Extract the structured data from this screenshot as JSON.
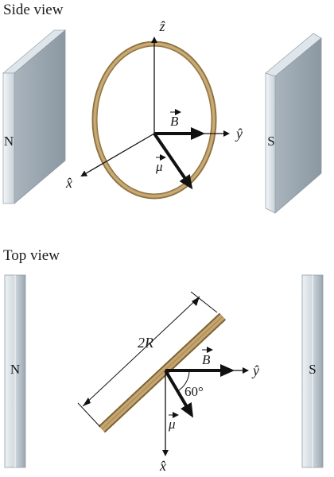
{
  "side_view": {
    "title": "Side view",
    "north_label": "N",
    "south_label": "S",
    "z_axis": "ẑ",
    "y_axis": "ŷ",
    "x_axis": "x̂",
    "b_field": "B",
    "moment": "μ"
  },
  "top_view": {
    "title": "Top view",
    "north_label": "N",
    "south_label": "S",
    "y_axis": "ŷ",
    "x_axis": "x̂",
    "b_field": "B",
    "moment": "μ",
    "angle": "60°",
    "diameter": "2R"
  },
  "colors": {
    "magnet_light": "#e9eef2",
    "magnet_mid": "#b8c2ca",
    "magnet_dark": "#8e9aa4",
    "coil": "#b4955f",
    "coil_dark": "#7e6233",
    "arrow": "#111111"
  }
}
